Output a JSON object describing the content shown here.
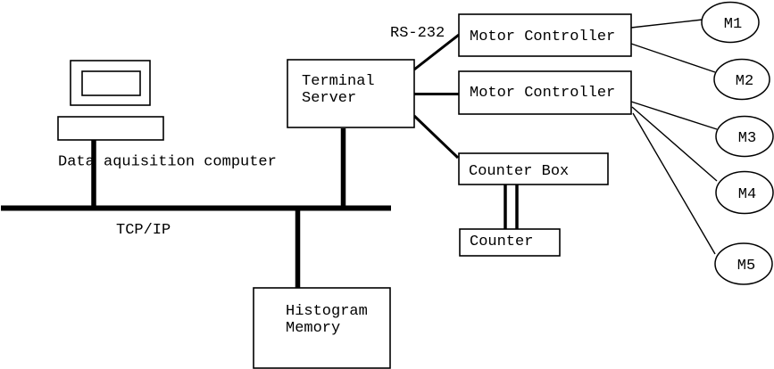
{
  "diagram": {
    "nodes": {
      "data_acquisition_computer": {
        "label": "Data aquisition computer"
      },
      "network_bus": {
        "label": "TCP/IP"
      },
      "serial_link": {
        "label": "RS-232"
      },
      "terminal_server": {
        "line1": "Terminal",
        "line2": "Server"
      },
      "motor_controller_1": {
        "label": "Motor Controller"
      },
      "motor_controller_2": {
        "label": "Motor Controller"
      },
      "counter_box": {
        "label": "Counter Box"
      },
      "counter": {
        "label": "Counter"
      },
      "histogram_memory": {
        "line1": "Histogram",
        "line2": "Memory"
      },
      "motors": [
        {
          "label": "M1"
        },
        {
          "label": "M2"
        },
        {
          "label": "M3"
        },
        {
          "label": "M4"
        },
        {
          "label": "M5"
        }
      ]
    },
    "colors": {
      "stroke": "#000000",
      "background": "#ffffff"
    }
  }
}
